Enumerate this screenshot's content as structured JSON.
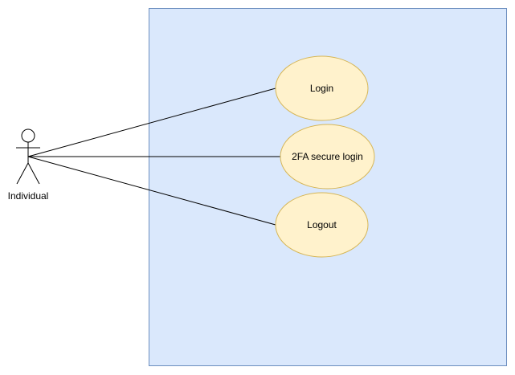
{
  "actor": {
    "name": "Individual"
  },
  "use_cases": [
    {
      "label": "Login"
    },
    {
      "label": "2FA secure login"
    },
    {
      "label": "Logout"
    }
  ],
  "colors": {
    "system_fill": "#dae8fc",
    "system_stroke": "#6c8ebf",
    "use_case_fill": "#fff2cc",
    "use_case_stroke": "#d6b656",
    "line": "#000000"
  }
}
